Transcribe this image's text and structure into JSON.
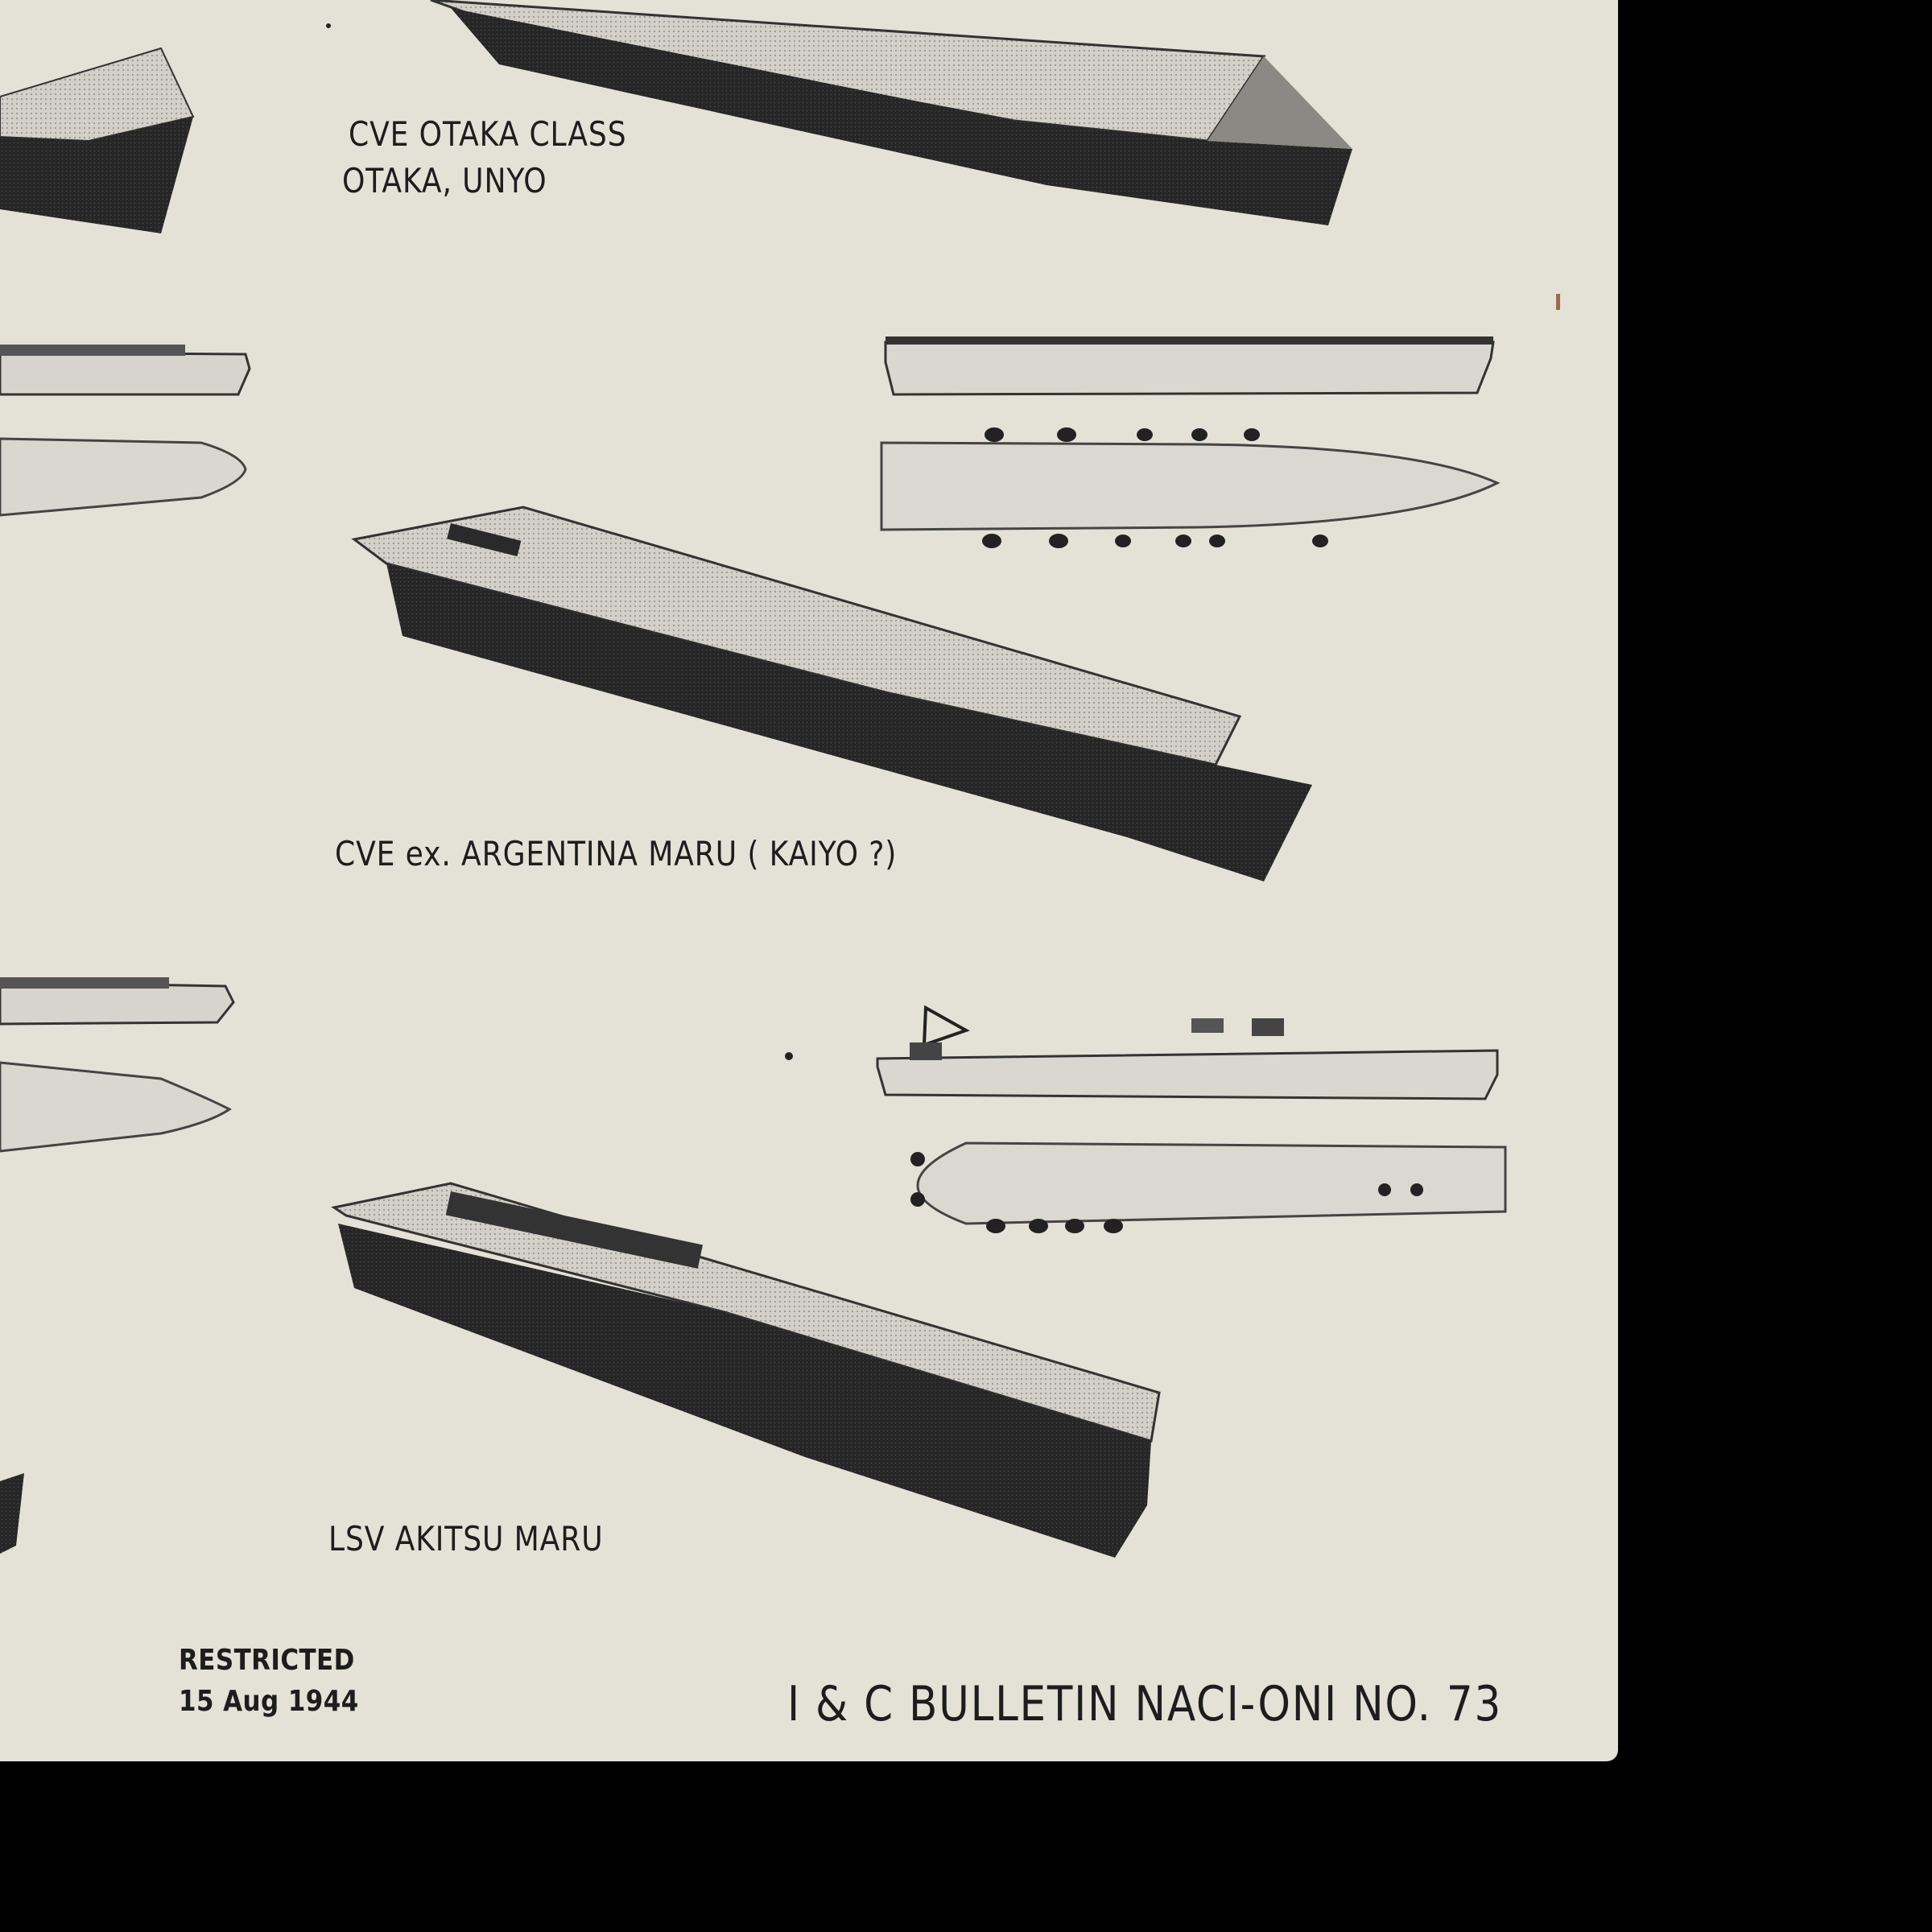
{
  "captions": {
    "otaka_class": "CVE OTAKA CLASS",
    "otaka_ships": "OTAKA, UNYO",
    "argentina_maru": "CVE ex. ARGENTINA MARU ( KAIYO ?)",
    "akitsu_maru": "LSV AKITSU MARU"
  },
  "footer": {
    "classification": "RESTRICTED",
    "date": "15 Aug 1944",
    "bulletin": "I & C BULLETIN NACI-ONI NO. 73"
  },
  "colors": {
    "paper": "#e4e1d7",
    "ink": "#1d1d1d",
    "backdrop": "#000000"
  }
}
